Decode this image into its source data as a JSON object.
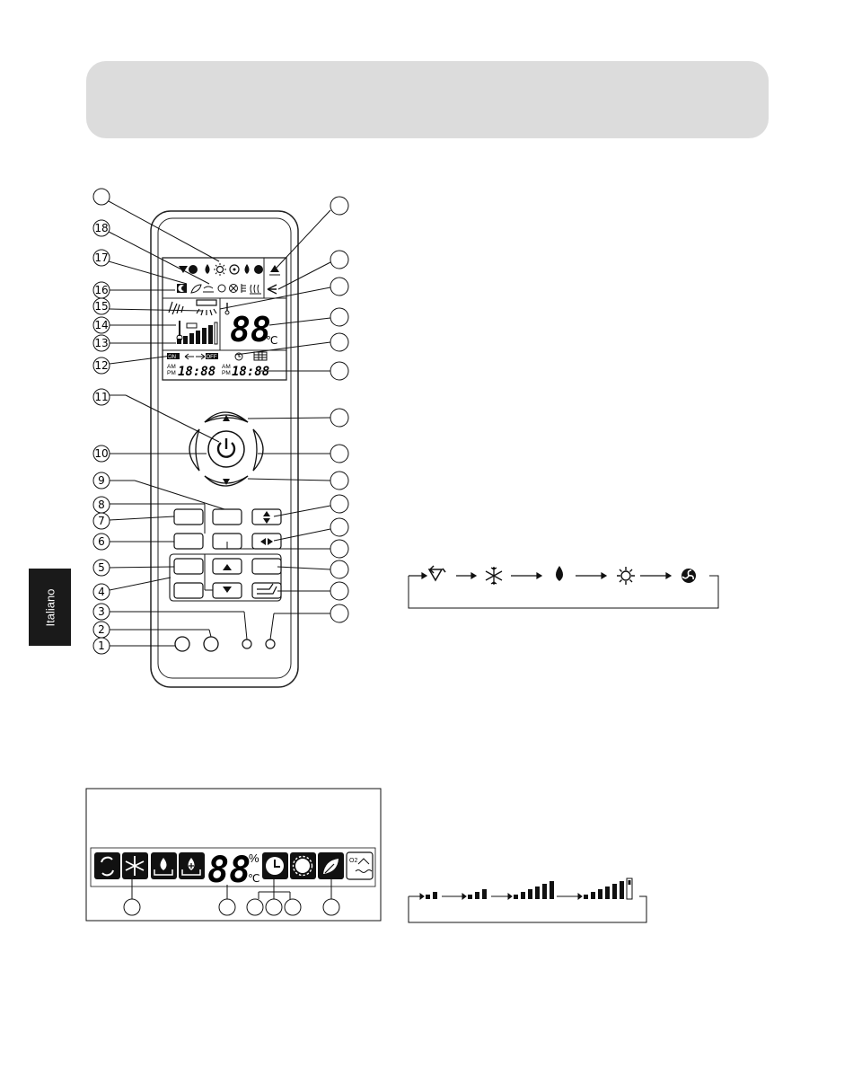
{
  "sidebar": {
    "language": "Italiano"
  },
  "remote": {
    "lcd": {
      "temp_digits": "88",
      "temp_unit": "℃",
      "on_label": "ON",
      "off_label": "OFF",
      "am": "AM",
      "pm": "PM",
      "timer_on_value": "18:88",
      "timer_off_value": "18:88"
    },
    "left_callouts": [
      "18",
      "17",
      "16",
      "15",
      "14",
      "13",
      "12",
      "11",
      "10",
      "9",
      "8",
      "7",
      "6",
      "5",
      "4",
      "3",
      "2",
      "1"
    ]
  },
  "indoor_display": {
    "digits": "88",
    "humidity_unit": "%",
    "temp_unit": "℃"
  },
  "icons": {
    "remote_lcd_row1": [
      "auto-mode-icon",
      "cool-mode-icon",
      "dry-mode-icon",
      "heat-mode-icon",
      "fan-mode-icon",
      "drop-icon",
      "fan-snow-icon",
      "swing-up-icon"
    ],
    "remote_lcd_row2": [
      "sleep-icon",
      "health-icon",
      "heater-icon",
      "fresh-icon",
      "fan-lock-icon",
      "ionizer-icon",
      "electric-heat-icon",
      "swing-side-icon"
    ],
    "mode_cycle": [
      "auto-mode-icon",
      "cool-mode-icon",
      "dry-mode-icon",
      "heat-mode-icon",
      "fan-mode-icon"
    ],
    "indoor_display": [
      "auto-mode-icon",
      "cool-mode-icon",
      "dry-mode-icon",
      "humidify-icon",
      "timer-icon",
      "heat-icon",
      "health-icon",
      "oxygen-icon"
    ]
  },
  "fan_speed_cycle": {
    "bars": [
      2,
      3,
      5,
      7
    ]
  }
}
